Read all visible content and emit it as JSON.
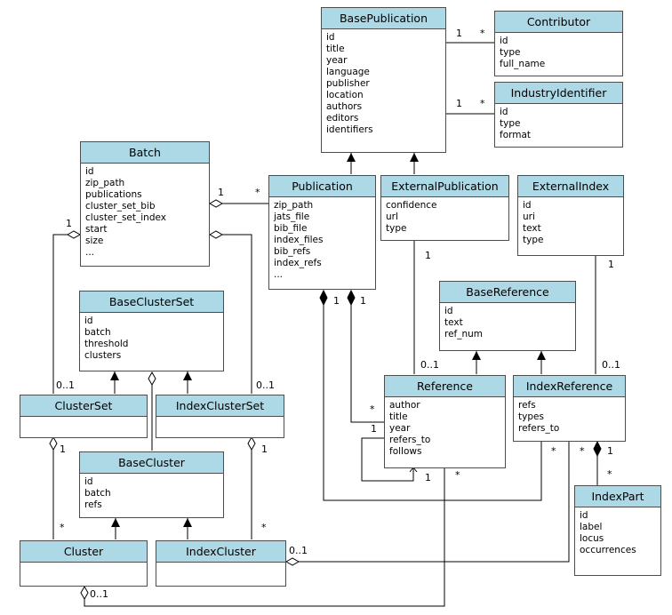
{
  "classes": {
    "base_publication": {
      "name": "BasePublication",
      "attributes": [
        "id",
        "title",
        "year",
        "language",
        "publisher",
        "location",
        "authors",
        "editors",
        "identifiers"
      ]
    },
    "contributor": {
      "name": "Contributor",
      "attributes": [
        "id",
        "type",
        "full_name"
      ]
    },
    "industry_identifier": {
      "name": "IndustryIdentifier",
      "attributes": [
        "id",
        "type",
        "format"
      ]
    },
    "batch": {
      "name": "Batch",
      "attributes": [
        "id",
        "zip_path",
        "publications",
        "cluster_set_bib",
        "cluster_set_index",
        "start",
        "size",
        "..."
      ]
    },
    "publication": {
      "name": "Publication",
      "attributes": [
        "zip_path",
        "jats_file",
        "bib_file",
        "index_files",
        "bib_refs",
        "index_refs",
        "..."
      ]
    },
    "external_publication": {
      "name": "ExternalPublication",
      "attributes": [
        "confidence",
        "url",
        "type"
      ]
    },
    "external_index": {
      "name": "ExternalIndex",
      "attributes": [
        "id",
        "uri",
        "text",
        "type"
      ]
    },
    "base_cluster_set": {
      "name": "BaseClusterSet",
      "attributes": [
        "id",
        "batch",
        "threshold",
        "clusters"
      ]
    },
    "base_reference": {
      "name": "BaseReference",
      "attributes": [
        "id",
        "text",
        "ref_num"
      ]
    },
    "cluster_set": {
      "name": "ClusterSet",
      "attributes": []
    },
    "index_cluster_set": {
      "name": "IndexClusterSet",
      "attributes": []
    },
    "reference": {
      "name": "Reference",
      "attributes": [
        "author",
        "title",
        "year",
        "refers_to",
        "follows"
      ]
    },
    "index_reference": {
      "name": "IndexReference",
      "attributes": [
        "refs",
        "types",
        "refers_to"
      ]
    },
    "base_cluster": {
      "name": "BaseCluster",
      "attributes": [
        "id",
        "batch",
        "refs"
      ]
    },
    "index_part": {
      "name": "IndexPart",
      "attributes": [
        "id",
        "label",
        "locus",
        "occurrences"
      ]
    },
    "cluster": {
      "name": "Cluster",
      "attributes": []
    },
    "index_cluster": {
      "name": "IndexCluster",
      "attributes": []
    }
  },
  "multiplicities": {
    "bp_contrib_1": "1",
    "bp_contrib_many": "*",
    "bp_ind_1": "1",
    "bp_ind_many": "*",
    "batch_pub_1": "1",
    "batch_pub_many": "*",
    "batch_cs_1": "1",
    "cs_batch": "0..1",
    "ics_batch": "0..1",
    "extpub_1": "1",
    "ref_extpub": "0..1",
    "pub_ref_1": "1",
    "pub_ref_many": "*",
    "pub_ir_1": "1",
    "extidx_1": "1",
    "ir_extidx": "0..1",
    "cs_cluster_1": "1",
    "cluster_cs": "*",
    "ics_icl_1": "1",
    "icl_ics": "*",
    "ref_self_1": "1",
    "ref_self_many": "1",
    "ref_cluster": "*",
    "ir_many": "*",
    "ir_part_1": "1",
    "ir_part_many": "*",
    "cluster_zero_one": "0..1",
    "icl_zero_one": "0..1"
  }
}
